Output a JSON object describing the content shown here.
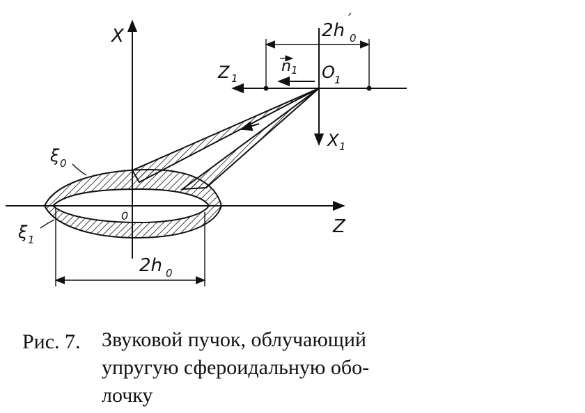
{
  "diagram": {
    "axis_labels": {
      "x": "X",
      "z": "Z",
      "origin": "0",
      "x1": "X",
      "x1_sub": "1",
      "z1": "Z",
      "z1_sub": "1",
      "o1": "O",
      "o1_sub": "1"
    },
    "vector_label": {
      "main": "n",
      "sub": "1"
    },
    "shell_labels": {
      "xi0": "ξ",
      "xi0_sub": "0",
      "xi1": "ξ",
      "xi1_sub": "1"
    },
    "dimensions": {
      "h0_prime": "2h",
      "h0_prime_sub": "0",
      "h0_prime_mark": "′",
      "h0": "2h",
      "h0_sub": "0"
    }
  },
  "caption": {
    "number": "Рис. 7.",
    "line1": "Звуковой пучок, облучающий",
    "line2": "упругую сфероидальную обо-",
    "line3": "лочку"
  }
}
